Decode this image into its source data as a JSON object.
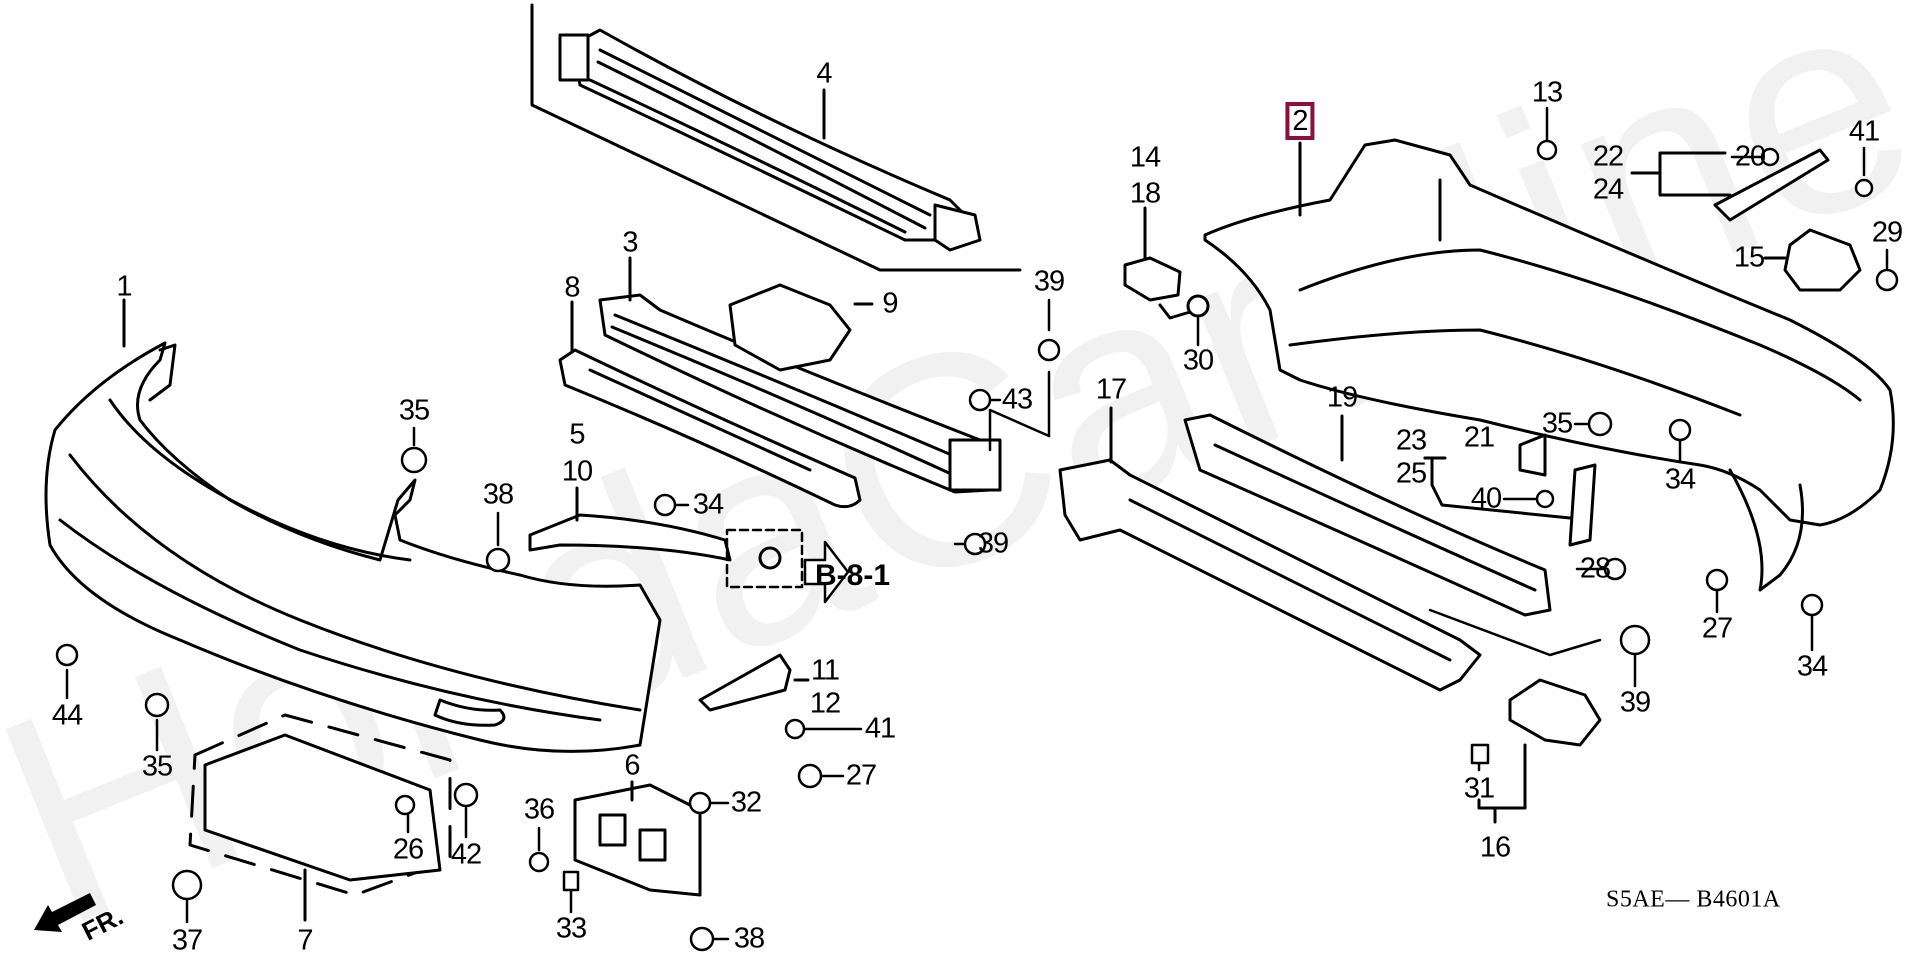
{
  "diagram": {
    "title": "Bumper parts diagram",
    "diagram_code": "S5AE— B4601A",
    "reference_link": "B-8-1",
    "direction_label": "FR.",
    "watermark": "HondaCarMine.ru",
    "highlight_color": "#8c0f3c",
    "highlighted_part": "2",
    "labels": [
      {
        "id": "1",
        "text": "1"
      },
      {
        "id": "2",
        "text": "2"
      },
      {
        "id": "3",
        "text": "3"
      },
      {
        "id": "4",
        "text": "4"
      },
      {
        "id": "5",
        "text": "5"
      },
      {
        "id": "6",
        "text": "6"
      },
      {
        "id": "7",
        "text": "7"
      },
      {
        "id": "8",
        "text": "8"
      },
      {
        "id": "9",
        "text": "9"
      },
      {
        "id": "10",
        "text": "10"
      },
      {
        "id": "11",
        "text": "11"
      },
      {
        "id": "12",
        "text": "12"
      },
      {
        "id": "13",
        "text": "13"
      },
      {
        "id": "14",
        "text": "14"
      },
      {
        "id": "15",
        "text": "15"
      },
      {
        "id": "16",
        "text": "16"
      },
      {
        "id": "17",
        "text": "17"
      },
      {
        "id": "18",
        "text": "18"
      },
      {
        "id": "19",
        "text": "19"
      },
      {
        "id": "20",
        "text": "20"
      },
      {
        "id": "21",
        "text": "21"
      },
      {
        "id": "22",
        "text": "22"
      },
      {
        "id": "23",
        "text": "23"
      },
      {
        "id": "24",
        "text": "24"
      },
      {
        "id": "25",
        "text": "25"
      },
      {
        "id": "26",
        "text": "26"
      },
      {
        "id": "27a",
        "text": "27"
      },
      {
        "id": "27b",
        "text": "27"
      },
      {
        "id": "28",
        "text": "28"
      },
      {
        "id": "29",
        "text": "29"
      },
      {
        "id": "30",
        "text": "30"
      },
      {
        "id": "31",
        "text": "31"
      },
      {
        "id": "32",
        "text": "32"
      },
      {
        "id": "33",
        "text": "33"
      },
      {
        "id": "34a",
        "text": "34"
      },
      {
        "id": "34b",
        "text": "34"
      },
      {
        "id": "34c",
        "text": "34"
      },
      {
        "id": "35a",
        "text": "35"
      },
      {
        "id": "35b",
        "text": "35"
      },
      {
        "id": "35c",
        "text": "35"
      },
      {
        "id": "36",
        "text": "36"
      },
      {
        "id": "37",
        "text": "37"
      },
      {
        "id": "38a",
        "text": "38"
      },
      {
        "id": "38b",
        "text": "38"
      },
      {
        "id": "39a",
        "text": "39"
      },
      {
        "id": "39b",
        "text": "39"
      },
      {
        "id": "39c",
        "text": "39"
      },
      {
        "id": "40",
        "text": "40"
      },
      {
        "id": "41a",
        "text": "41"
      },
      {
        "id": "41b",
        "text": "41"
      },
      {
        "id": "42",
        "text": "42"
      },
      {
        "id": "43",
        "text": "43"
      },
      {
        "id": "44",
        "text": "44"
      }
    ]
  }
}
